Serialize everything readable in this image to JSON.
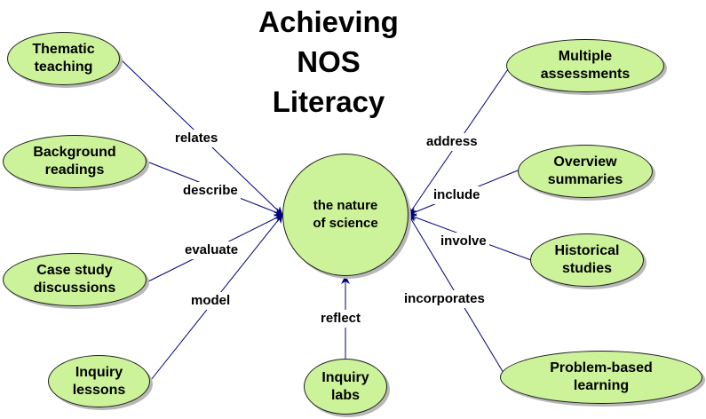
{
  "title": {
    "line1": "Achieving",
    "line2": "NOS",
    "line3": "Literacy"
  },
  "colors": {
    "node_fill": "#ccf29a",
    "line": "#00007a",
    "arrow": "#00007a",
    "border": "#1f1f1f"
  },
  "center": {
    "line1": "the nature",
    "line2": "of science"
  },
  "nodes": {
    "thematic": {
      "line1": "Thematic",
      "line2": "teaching"
    },
    "background": {
      "line1": "Background",
      "line2": "readings"
    },
    "case": {
      "line1": "Case study",
      "line2": "discussions"
    },
    "inquiry_lessons": {
      "line1": "Inquiry",
      "line2": "lessons"
    },
    "inquiry_labs": {
      "line1": "Inquiry",
      "line2": "labs"
    },
    "multiple": {
      "line1": "Multiple",
      "line2": "assessments"
    },
    "overview": {
      "line1": "Overview",
      "line2": "summaries"
    },
    "historical": {
      "line1": "Historical",
      "line2": "studies"
    },
    "problem": {
      "line1": "Problem-based",
      "line2": "learning"
    }
  },
  "links": {
    "relates": "relates",
    "describe": "describe",
    "evaluate": "evaluate",
    "model": "model",
    "reflect": "reflect",
    "address": "address",
    "include": "include",
    "involve": "involve",
    "incorporates": "incorporates"
  }
}
